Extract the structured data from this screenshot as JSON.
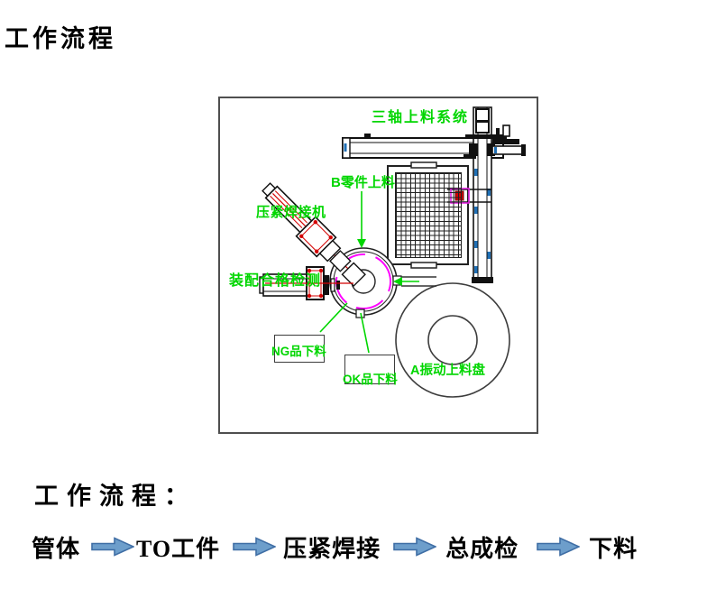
{
  "page": {
    "title": "工作流程"
  },
  "diagram": {
    "labels": {
      "three_axis": "三轴上料系统",
      "b_part_feed": "B零件上料",
      "press_welder": "压紧焊接机",
      "assembly_check": "装配合格检测",
      "ng_unload": "NG品下料",
      "ok_unload": "OK品下料",
      "vibration_bowl": "A振动上料盘"
    },
    "colors": {
      "label_green": "#00d600",
      "cad_line": "#111111",
      "magenta": "#ff00ff",
      "red": "#d40000",
      "blue_marker": "#1f6fb5",
      "border_gray": "#4f4f4f"
    }
  },
  "flow": {
    "heading": "工作流程：",
    "steps": [
      "管体",
      "TO工件",
      "压紧焊接",
      "总成检",
      "下料"
    ],
    "arrow_fill": "#6d9ecb",
    "arrow_border": "#3f6ea5"
  },
  "icons": {
    "flow_arrow": "right-block-arrow"
  }
}
